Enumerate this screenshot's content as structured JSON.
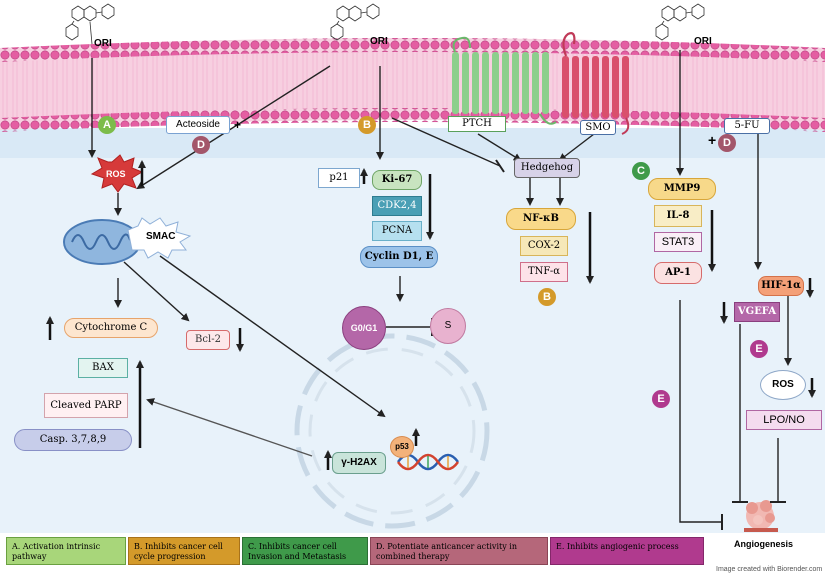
{
  "molecule_label": "ORI",
  "membrane_receptors": {
    "ptch": "PTCH",
    "smo": "SMO"
  },
  "pathway_a": {
    "badge": "A",
    "ros": "ROS",
    "smac": "SMAC",
    "cytochrome_c": "Cytochrome C",
    "bcl2": "Bcl-2",
    "bax": "BAX",
    "cleaved_parp": "Cleaved PARP",
    "caspases": "Casp. 3,7,8,9",
    "h2ax": "γ-H2AX",
    "p53": "p53"
  },
  "pathway_d_left": {
    "badge": "D",
    "drug": "Acteoside",
    "plus": "+"
  },
  "pathway_b": {
    "badge": "B",
    "p21": "p21",
    "ki67": "Ki-67",
    "cdk": "CDK2,4",
    "pcna": "PCNA",
    "cyclin": "Cyclin D1, E",
    "g0g1": "G0/G1",
    "s": "S",
    "hedgehog": "Hedgehog",
    "nfkb": "NF-κB",
    "cox2": "COX-2",
    "tnfa": "TNF-α",
    "badge2": "B"
  },
  "pathway_c": {
    "badge": "C",
    "mmp9": "MMP9",
    "il8": "IL-8",
    "stat3": "STAT3",
    "ap1": "AP-1"
  },
  "pathway_d_right": {
    "badge": "D",
    "drug": "5-FU",
    "plus": "+"
  },
  "pathway_e": {
    "badge": "E",
    "badge2": "E",
    "hif": "HIF-1α",
    "vegfa": "VGEFA",
    "ros": "ROS",
    "lpo": "LPO/NO",
    "angiogenesis": "Angiogenesis"
  },
  "legend": [
    {
      "text": "A. Activation intrinsic pathway",
      "color": "#a8d67a"
    },
    {
      "text": "B. Inhibits cancer cell cycle progression",
      "color": "#d49a2a"
    },
    {
      "text": "C. Inhibits cancer cell Invasion and Metastasis",
      "color": "#3f9a4a"
    },
    {
      "text": "D. Potentiate anticancer activity in combined therapy",
      "color": "#b5677a"
    },
    {
      "text": "E. Inhibits angiogenic process",
      "color": "#b03a8e"
    }
  ],
  "credit": "Image created with Biorender.com",
  "colors": {
    "membrane": "#d9579b",
    "cytoplasm": "#e6f1f9",
    "arrow": "#222222"
  }
}
